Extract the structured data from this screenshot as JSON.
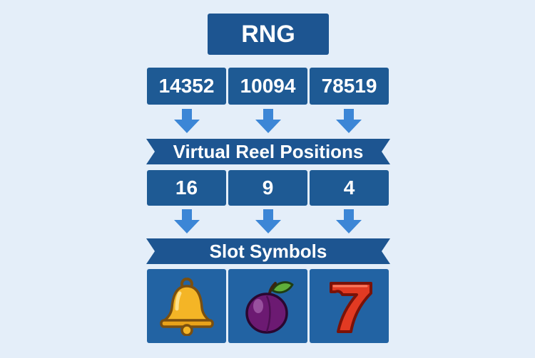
{
  "title": "RNG",
  "rng_numbers": [
    "14352",
    "10094",
    "78519"
  ],
  "stage1_label": "Virtual Reel Positions",
  "reel_positions": [
    "16",
    "9",
    "4"
  ],
  "stage2_label": "Slot Symbols",
  "symbols": [
    "bell-icon",
    "plum-icon",
    "seven-icon"
  ],
  "colors": {
    "background": "#e4eef9",
    "box": "#1e5a94",
    "arrow": "#3c86d6",
    "bell": "#f4b526",
    "plum": "#6c1a72",
    "seven": "#e23a22"
  }
}
